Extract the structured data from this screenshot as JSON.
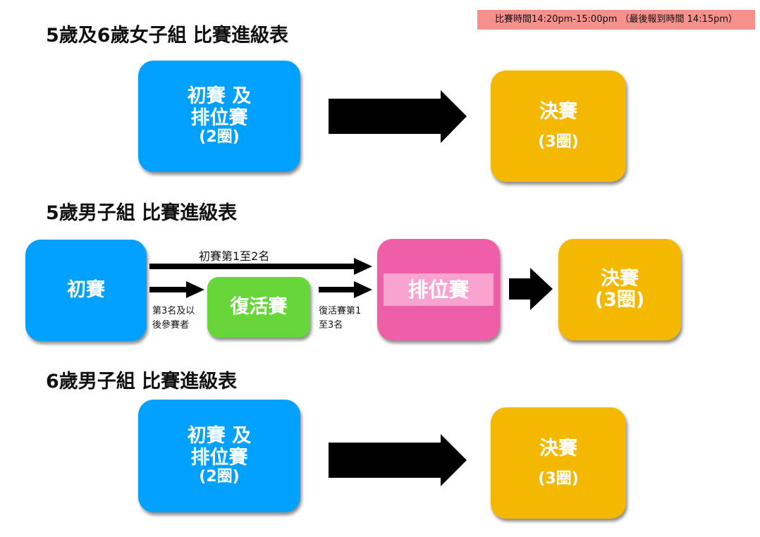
{
  "notice": "比賽時間14:20pm-15:00pm （最後報到時間 14:15pm）",
  "sections": [
    {
      "title": "5歲及6歲女子組 比賽進級表",
      "heat": {
        "line1": "初賽 及",
        "line2": "排位賽",
        "line3": "(2圈)"
      },
      "final": {
        "line1": "決賽",
        "line2": "(3圈)"
      }
    },
    {
      "title": "5歲男子組 比賽進級表",
      "heat": {
        "label": "初賽"
      },
      "repechage": {
        "label": "復活賽"
      },
      "ranking": {
        "label": "排位賽"
      },
      "final": {
        "line1": "決賽",
        "line2": "(3圈)"
      },
      "flow_labels": {
        "top_1to2": "初賽第1至2名",
        "rest_line1": "第3名及以",
        "rest_line2": "後參賽者",
        "rep_line1": "復活賽第1",
        "rep_line2": "至3名"
      }
    },
    {
      "title": "6歲男子組 比賽進級表",
      "heat": {
        "line1": "初賽 及",
        "line2": "排位賽",
        "line3": "(2圈)"
      },
      "final": {
        "line1": "決賽",
        "line2": "(3圈)"
      }
    }
  ],
  "colors": {
    "heat": "#00a0ff",
    "final": "#f5b800",
    "repechage": "#66d63a",
    "ranking": "#ee5fa8",
    "notice_bg": "#f5918c"
  }
}
